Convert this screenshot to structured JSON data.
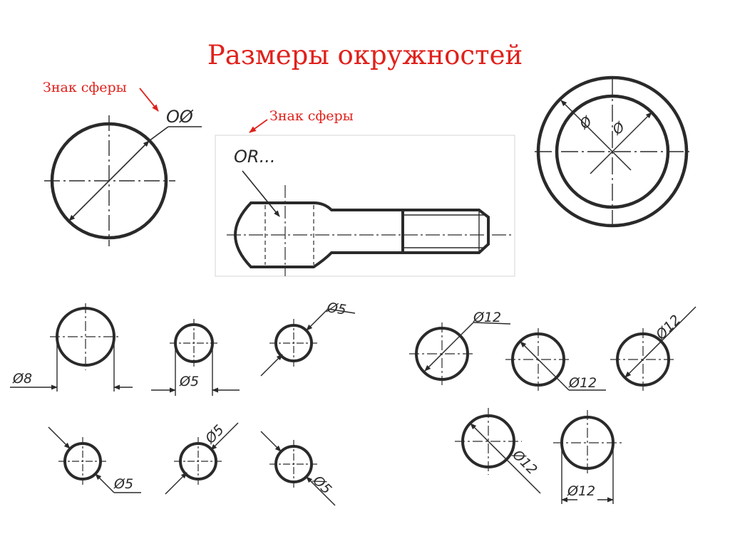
{
  "title": "Размеры окружностей",
  "callouts": {
    "sphere_label_1": "Знак сферы",
    "sphere_label_2": "Знак сферы"
  },
  "symbols": {
    "sphere_diameter": "ОØ",
    "sphere_radius": "ОR..."
  },
  "ring_labels": {
    "outer": "Ø",
    "inner": "Ø"
  },
  "dims": {
    "d8": "Ø8",
    "d5_a": "Ø5",
    "d5_b": "Ø5",
    "d5_c": "Ø5",
    "d5_d": "Ø5",
    "d5_e": "Ø5",
    "d12_a": "Ø12",
    "d12_b": "Ø12",
    "d12_c": "Ø12",
    "d12_d": "Ø12",
    "d12_e": "Ø12"
  },
  "colors": {
    "accent": "#e0211c",
    "ink": "#2a2a2a"
  }
}
